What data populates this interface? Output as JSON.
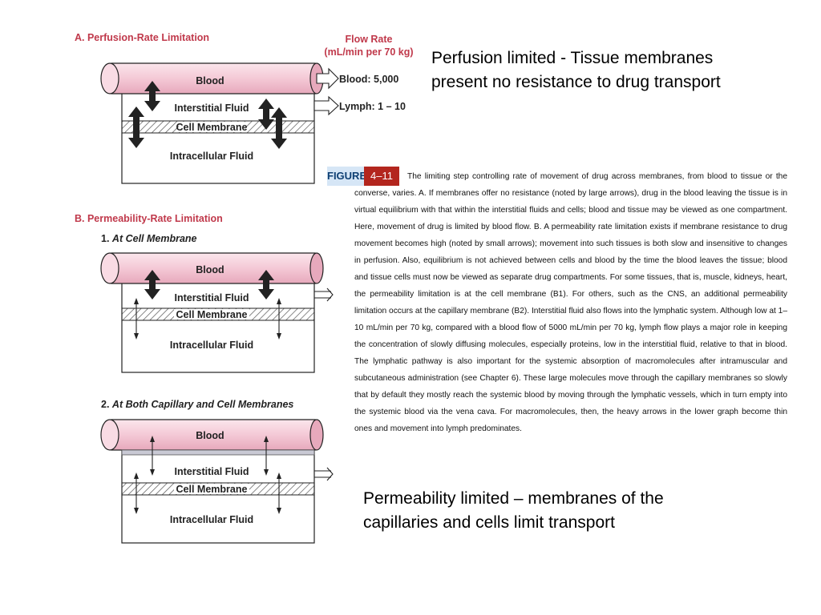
{
  "figure": {
    "section_a": "A. Perfusion-Rate Limitation",
    "flow_rate_title": "Flow Rate",
    "flow_rate_units": "(mL/min per 70 kg)",
    "blood_flow": "Blood: 5,000",
    "lymph_flow": "Lymph: 1 – 10",
    "section_b": "B. Permeability-Rate Limitation",
    "sub_b1_num": "1.",
    "sub_b1_text": "At Cell Membrane",
    "sub_b2_num": "2.",
    "sub_b2_text": "At Both Capillary and Cell Membranes",
    "compartments": {
      "blood": "Blood",
      "interstitial": "Interstitial Fluid",
      "membrane": "Cell Membrane",
      "intracellular": "Intracellular Fluid"
    }
  },
  "notes": {
    "perfusion_line1": "Perfusion limited - Tissue membranes",
    "perfusion_line2": "present no resistance to drug transport",
    "permeability_line1": "Permeability limited – membranes of the",
    "permeability_line2": "capillaries and cells limit transport"
  },
  "caption": {
    "label": "FIGURE",
    "number": "4–11",
    "text": "The limiting step controlling rate of movement of drug across membranes, from blood to tissue or the converse, varies. A. If membranes offer no resistance (noted by large arrows), drug in the blood leaving the tissue is in virtual equilibrium with that within the interstitial fluids and cells; blood and tissue may be viewed as one compartment. Here, movement of drug is limited by blood flow. B. A permeability rate limitation exists if membrane resistance to drug movement becomes high (noted by small arrows); movement into such tissues is both slow and insensitive to changes in perfusion. Also, equilibrium is not achieved between cells and blood by the time the blood leaves the tissue; blood and tissue cells must now be viewed as separate drug compartments. For some tissues, that is, muscle, kidneys, heart, the permeability limitation is at the cell membrane (B1). For others, such as the CNS, an additional permeability limitation occurs at the capillary membrane (B2). Interstitial fluid also flows into the lymphatic system. Although low at 1–10 mL/min per 70 kg, compared with a blood flow of 5000 mL/min per 70 kg, lymph flow plays a major role in keeping the concentration of slowly diffusing molecules, especially proteins, low in the interstitial fluid, relative to that in blood. The lymphatic pathway is also important for the systemic absorption of macromolecules after intramuscular and subcutaneous administration (see Chapter 6). These large molecules move through the capillary membranes so slowly that by default they mostly reach the systemic blood by moving through the lymphatic vessels, which in turn empty into the systemic blood via the vena cava. For macromolecules, then, the heavy arrows in the lower graph become thin ones and movement into lymph predominates."
  },
  "colors": {
    "section_title": "#c0394b",
    "blood_vessel": "#f4c9d6",
    "figure_badge": "#b3261e"
  }
}
